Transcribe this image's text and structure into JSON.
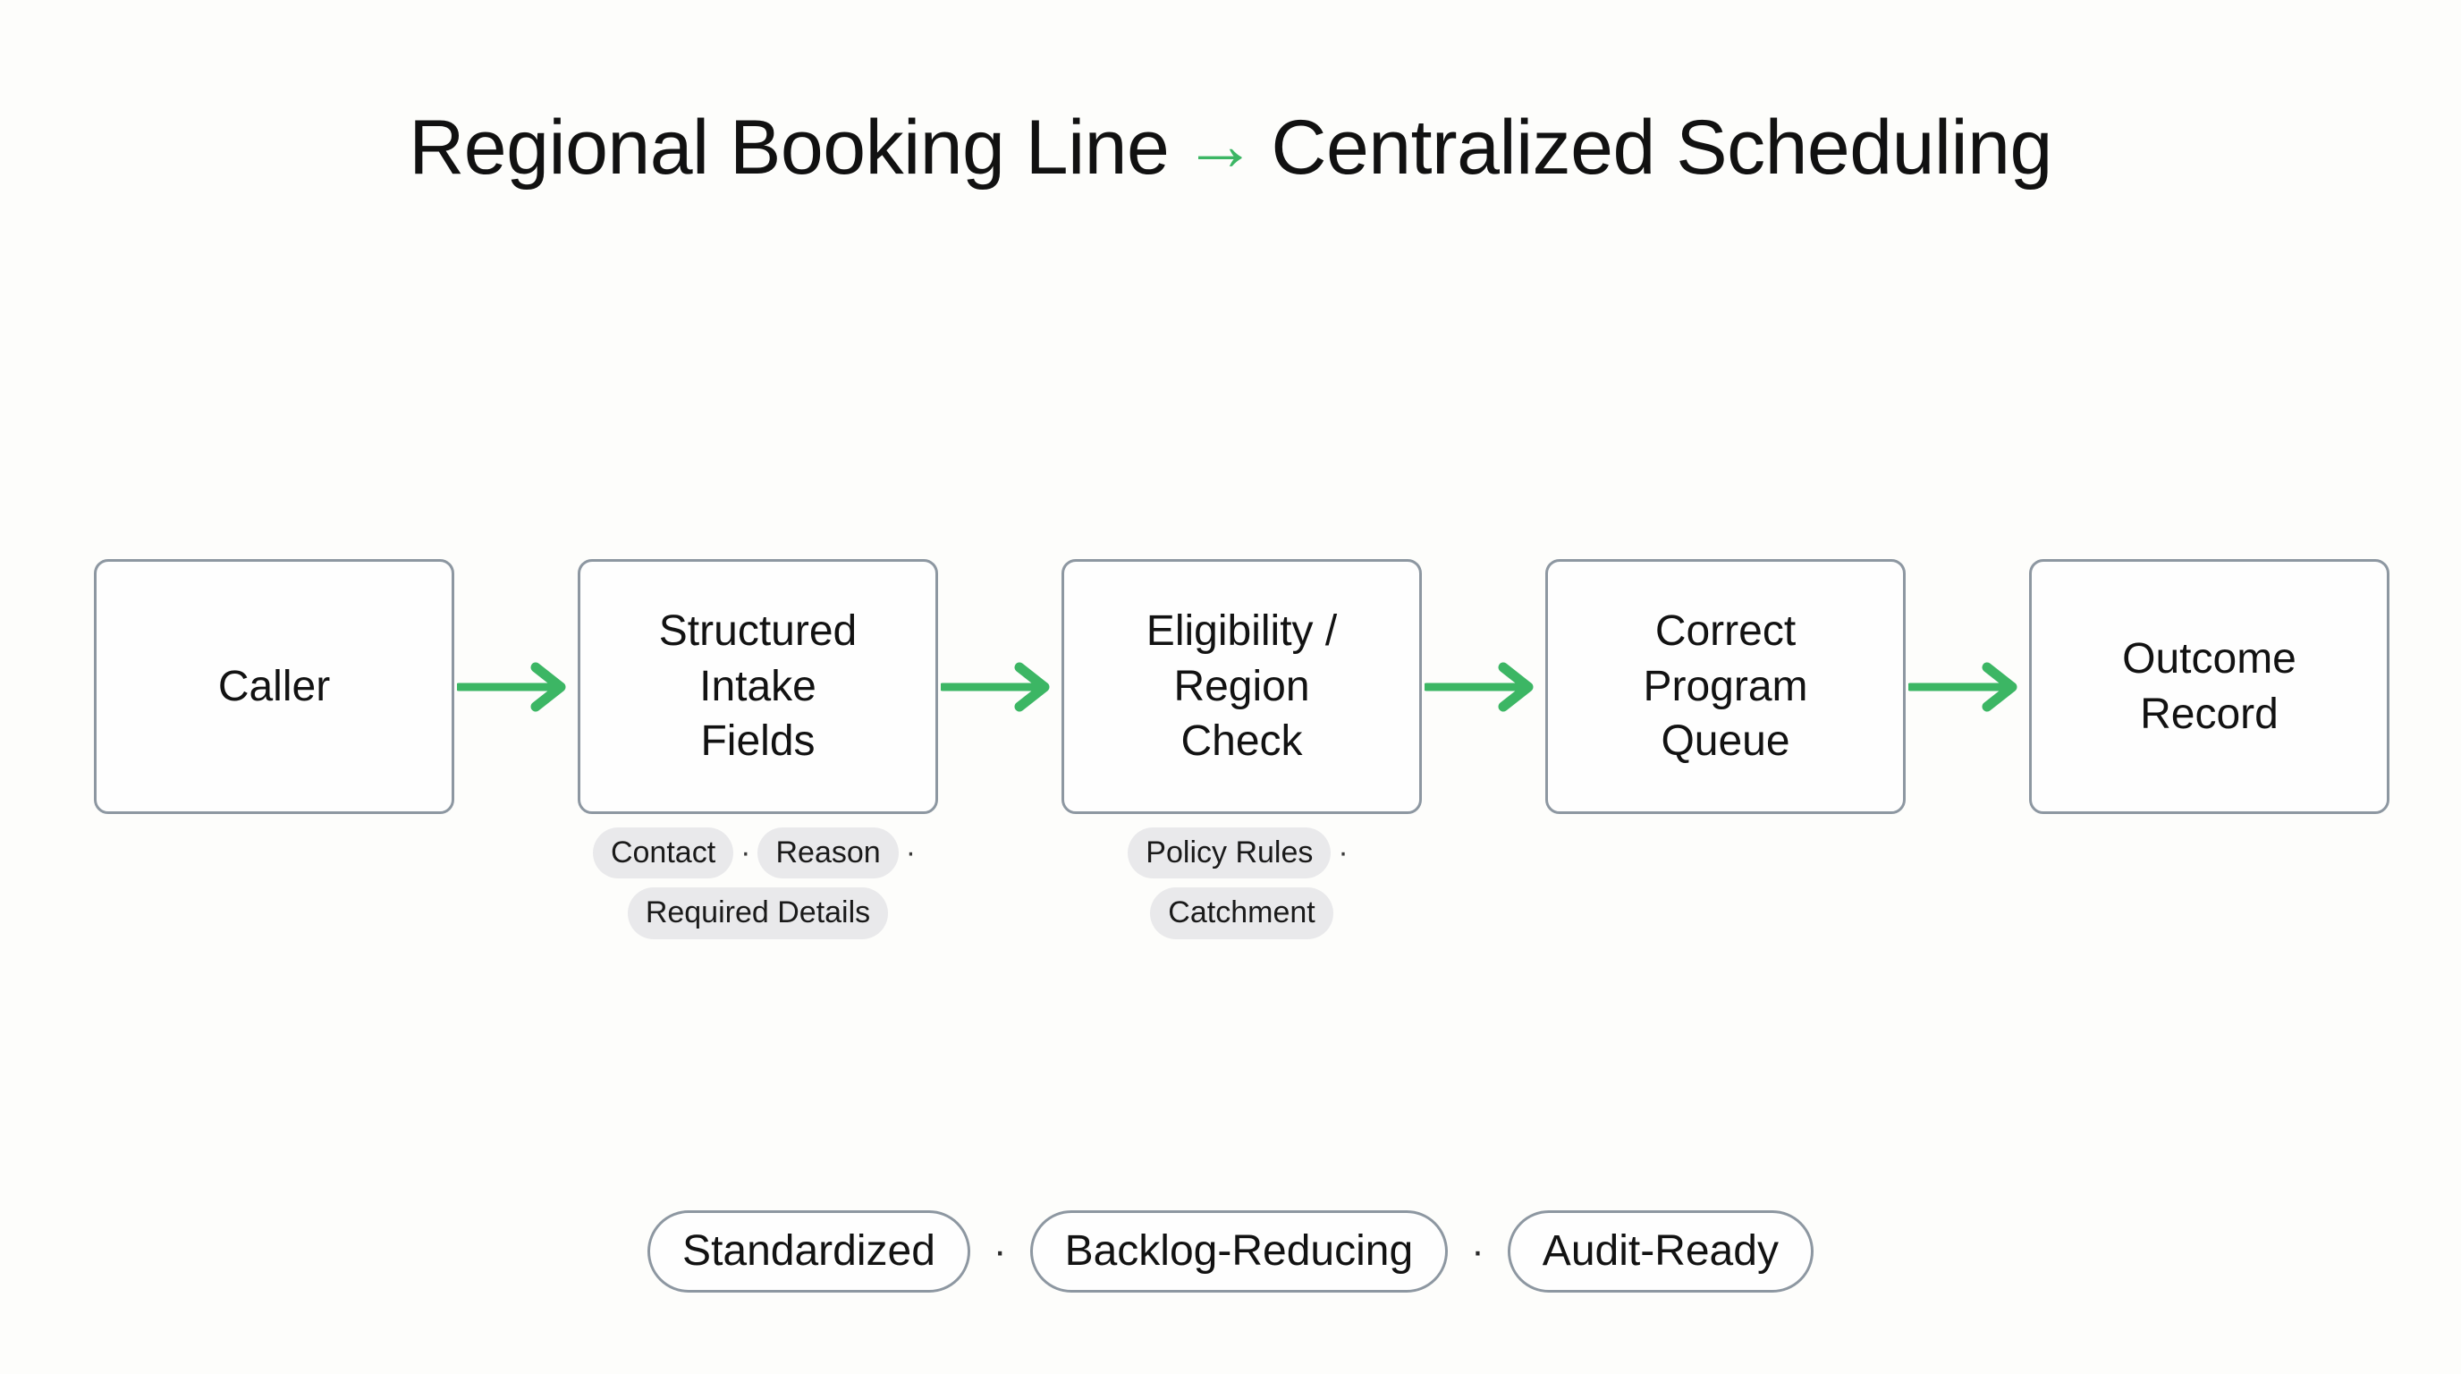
{
  "title": {
    "left": "Regional Booking Line",
    "arrow": "→",
    "right": "Centralized Scheduling"
  },
  "colors": {
    "accent_green": "#3cb664",
    "border_gray": "#8d97a1",
    "chip_bg": "#e9e9eb",
    "page_bg": "#fdfdfb",
    "text": "#121212"
  },
  "flow": {
    "nodes": [
      {
        "label": "Caller",
        "chips": []
      },
      {
        "label": "Structured\nIntake\nFields",
        "chips": [
          "Contact",
          "Reason",
          "Required Details"
        ]
      },
      {
        "label": "Eligibility /\nRegion\nCheck",
        "chips": [
          "Policy Rules",
          "Catchment"
        ]
      },
      {
        "label": "Correct\nProgram\nQueue",
        "chips": []
      },
      {
        "label": "Outcome\nRecord",
        "chips": []
      }
    ],
    "chip_separator": "·",
    "arrow_icon": "arrow-right-icon"
  },
  "footer": {
    "pills": [
      "Standardized",
      "Backlog-Reducing",
      "Audit-Ready"
    ],
    "separator": "·"
  }
}
